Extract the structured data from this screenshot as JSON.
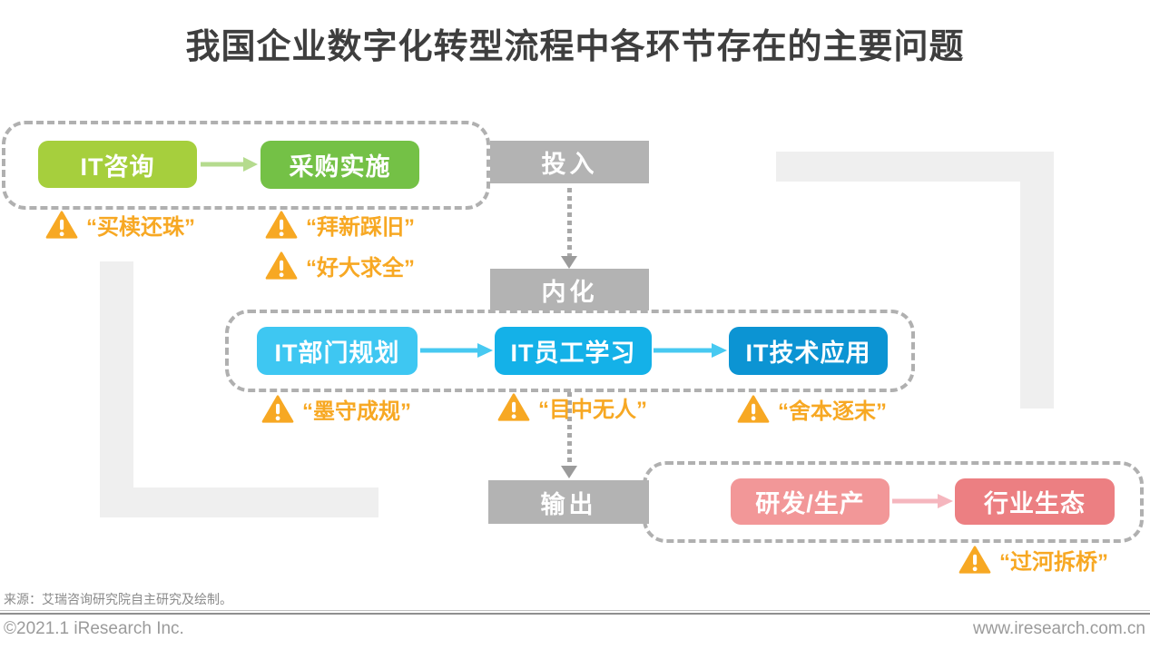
{
  "title": "我国企业数字化转型流程中各环节存在的主要问题",
  "process_stages": [
    {
      "label": "投入"
    },
    {
      "label": "内化"
    },
    {
      "label": "输出"
    }
  ],
  "consulting_group": {
    "boxes": [
      {
        "label": "IT咨询",
        "color": "#a6cf3d"
      },
      {
        "label": "采购实施",
        "color": "#74c146"
      }
    ],
    "warnings": [
      {
        "text": "“买椟还珠”"
      },
      {
        "text": "“拜新踩旧”"
      },
      {
        "text": "“好大求全”"
      }
    ]
  },
  "internal_group": {
    "boxes": [
      {
        "label": "IT部门规划",
        "color": "#3ec7f2"
      },
      {
        "label": "IT员工学习",
        "color": "#14b1e8"
      },
      {
        "label": "IT技术应用",
        "color": "#0c94d3"
      }
    ],
    "warnings": [
      {
        "text": "“墨守成规”"
      },
      {
        "text": "“目中无人”"
      },
      {
        "text": "“舍本逐末”"
      }
    ]
  },
  "output_group": {
    "boxes": [
      {
        "label": "研发/生产",
        "color": "#f29798"
      },
      {
        "label": "行业生态",
        "color": "#ec7f82"
      }
    ],
    "warnings": [
      {
        "text": "“过河拆桥”"
      }
    ]
  },
  "colors": {
    "title_text": "#3e3e3e",
    "stage_gray": "#b3b3b3",
    "warning_orange": "#f7a823",
    "dashed_border": "#b0b0b0",
    "green_arrow": "#b5db8e",
    "blue_arrow": "#47c9f1",
    "pink_arrow": "#f5b6be",
    "background_shape": "#efefef"
  },
  "source_note": "来源：艾瑞咨询研究院自主研究及绘制。",
  "footer": {
    "copyright": "©2021.1 iResearch Inc.",
    "website": "www.iresearch.com.cn"
  }
}
